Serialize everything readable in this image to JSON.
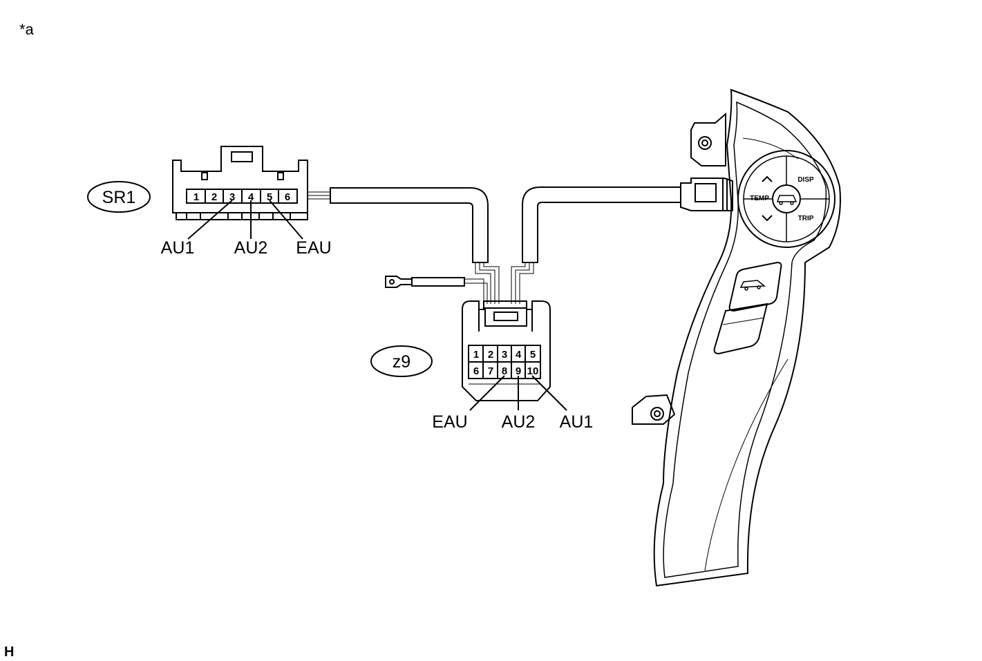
{
  "figure_id": "*a",
  "figure_code": "H",
  "connector_sr1": {
    "label": "SR1",
    "pins": [
      "1",
      "2",
      "3",
      "4",
      "5",
      "6"
    ],
    "terminals": [
      "AU1",
      "AU2",
      "EAU"
    ]
  },
  "connector_z9": {
    "label": "z9",
    "pins_top": [
      "1",
      "2",
      "3",
      "4",
      "5"
    ],
    "pins_bottom": [
      "6",
      "7",
      "8",
      "9",
      "10"
    ],
    "terminals": [
      "EAU",
      "AU2",
      "AU1"
    ]
  },
  "switch": {
    "buttons": [
      "DISP",
      "TEMP",
      "TRIP"
    ],
    "arrow_up": "^",
    "arrow_down": "v"
  }
}
